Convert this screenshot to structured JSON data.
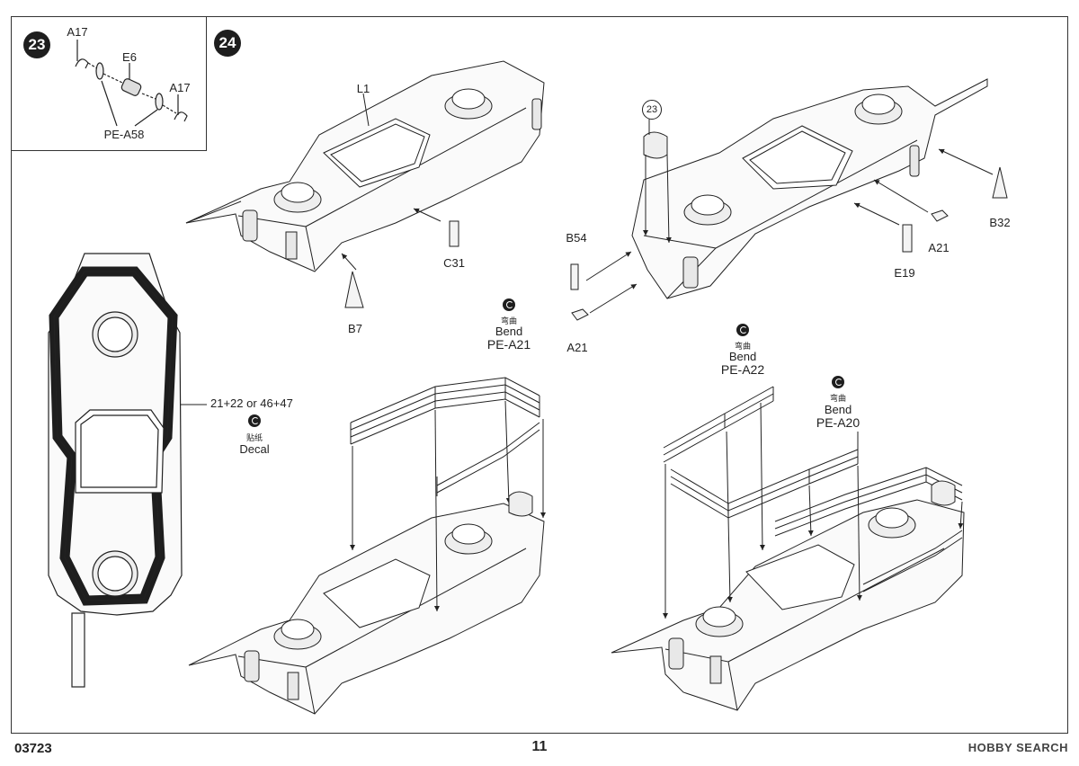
{
  "steps": {
    "s23": "23",
    "s24": "24"
  },
  "step23": {
    "a17_top": "A17",
    "e6": "E6",
    "a17_bottom": "A17",
    "pe_a58": "PE-A58"
  },
  "step24": {
    "l1": "L1",
    "c31": "C31",
    "b7": "B7",
    "ref23": "23",
    "b54": "B54",
    "a21_left": "A21",
    "a21_right": "A21",
    "e19": "E19",
    "b32": "B32",
    "decal_combo": "21+22 or 46+47",
    "decal_cn": "贴纸",
    "decal": "Decal",
    "bend1_cn": "弯曲",
    "bend1": "Bend",
    "pe_a21": "PE-A21",
    "bend2_cn": "弯曲",
    "bend2": "Bend",
    "pe_a22": "PE-A22",
    "bend3_cn": "弯曲",
    "bend3": "Bend",
    "pe_a20": "PE-A20"
  },
  "footer": {
    "code": "03723",
    "page": "11",
    "brand": "HOBBY SEARCH"
  }
}
